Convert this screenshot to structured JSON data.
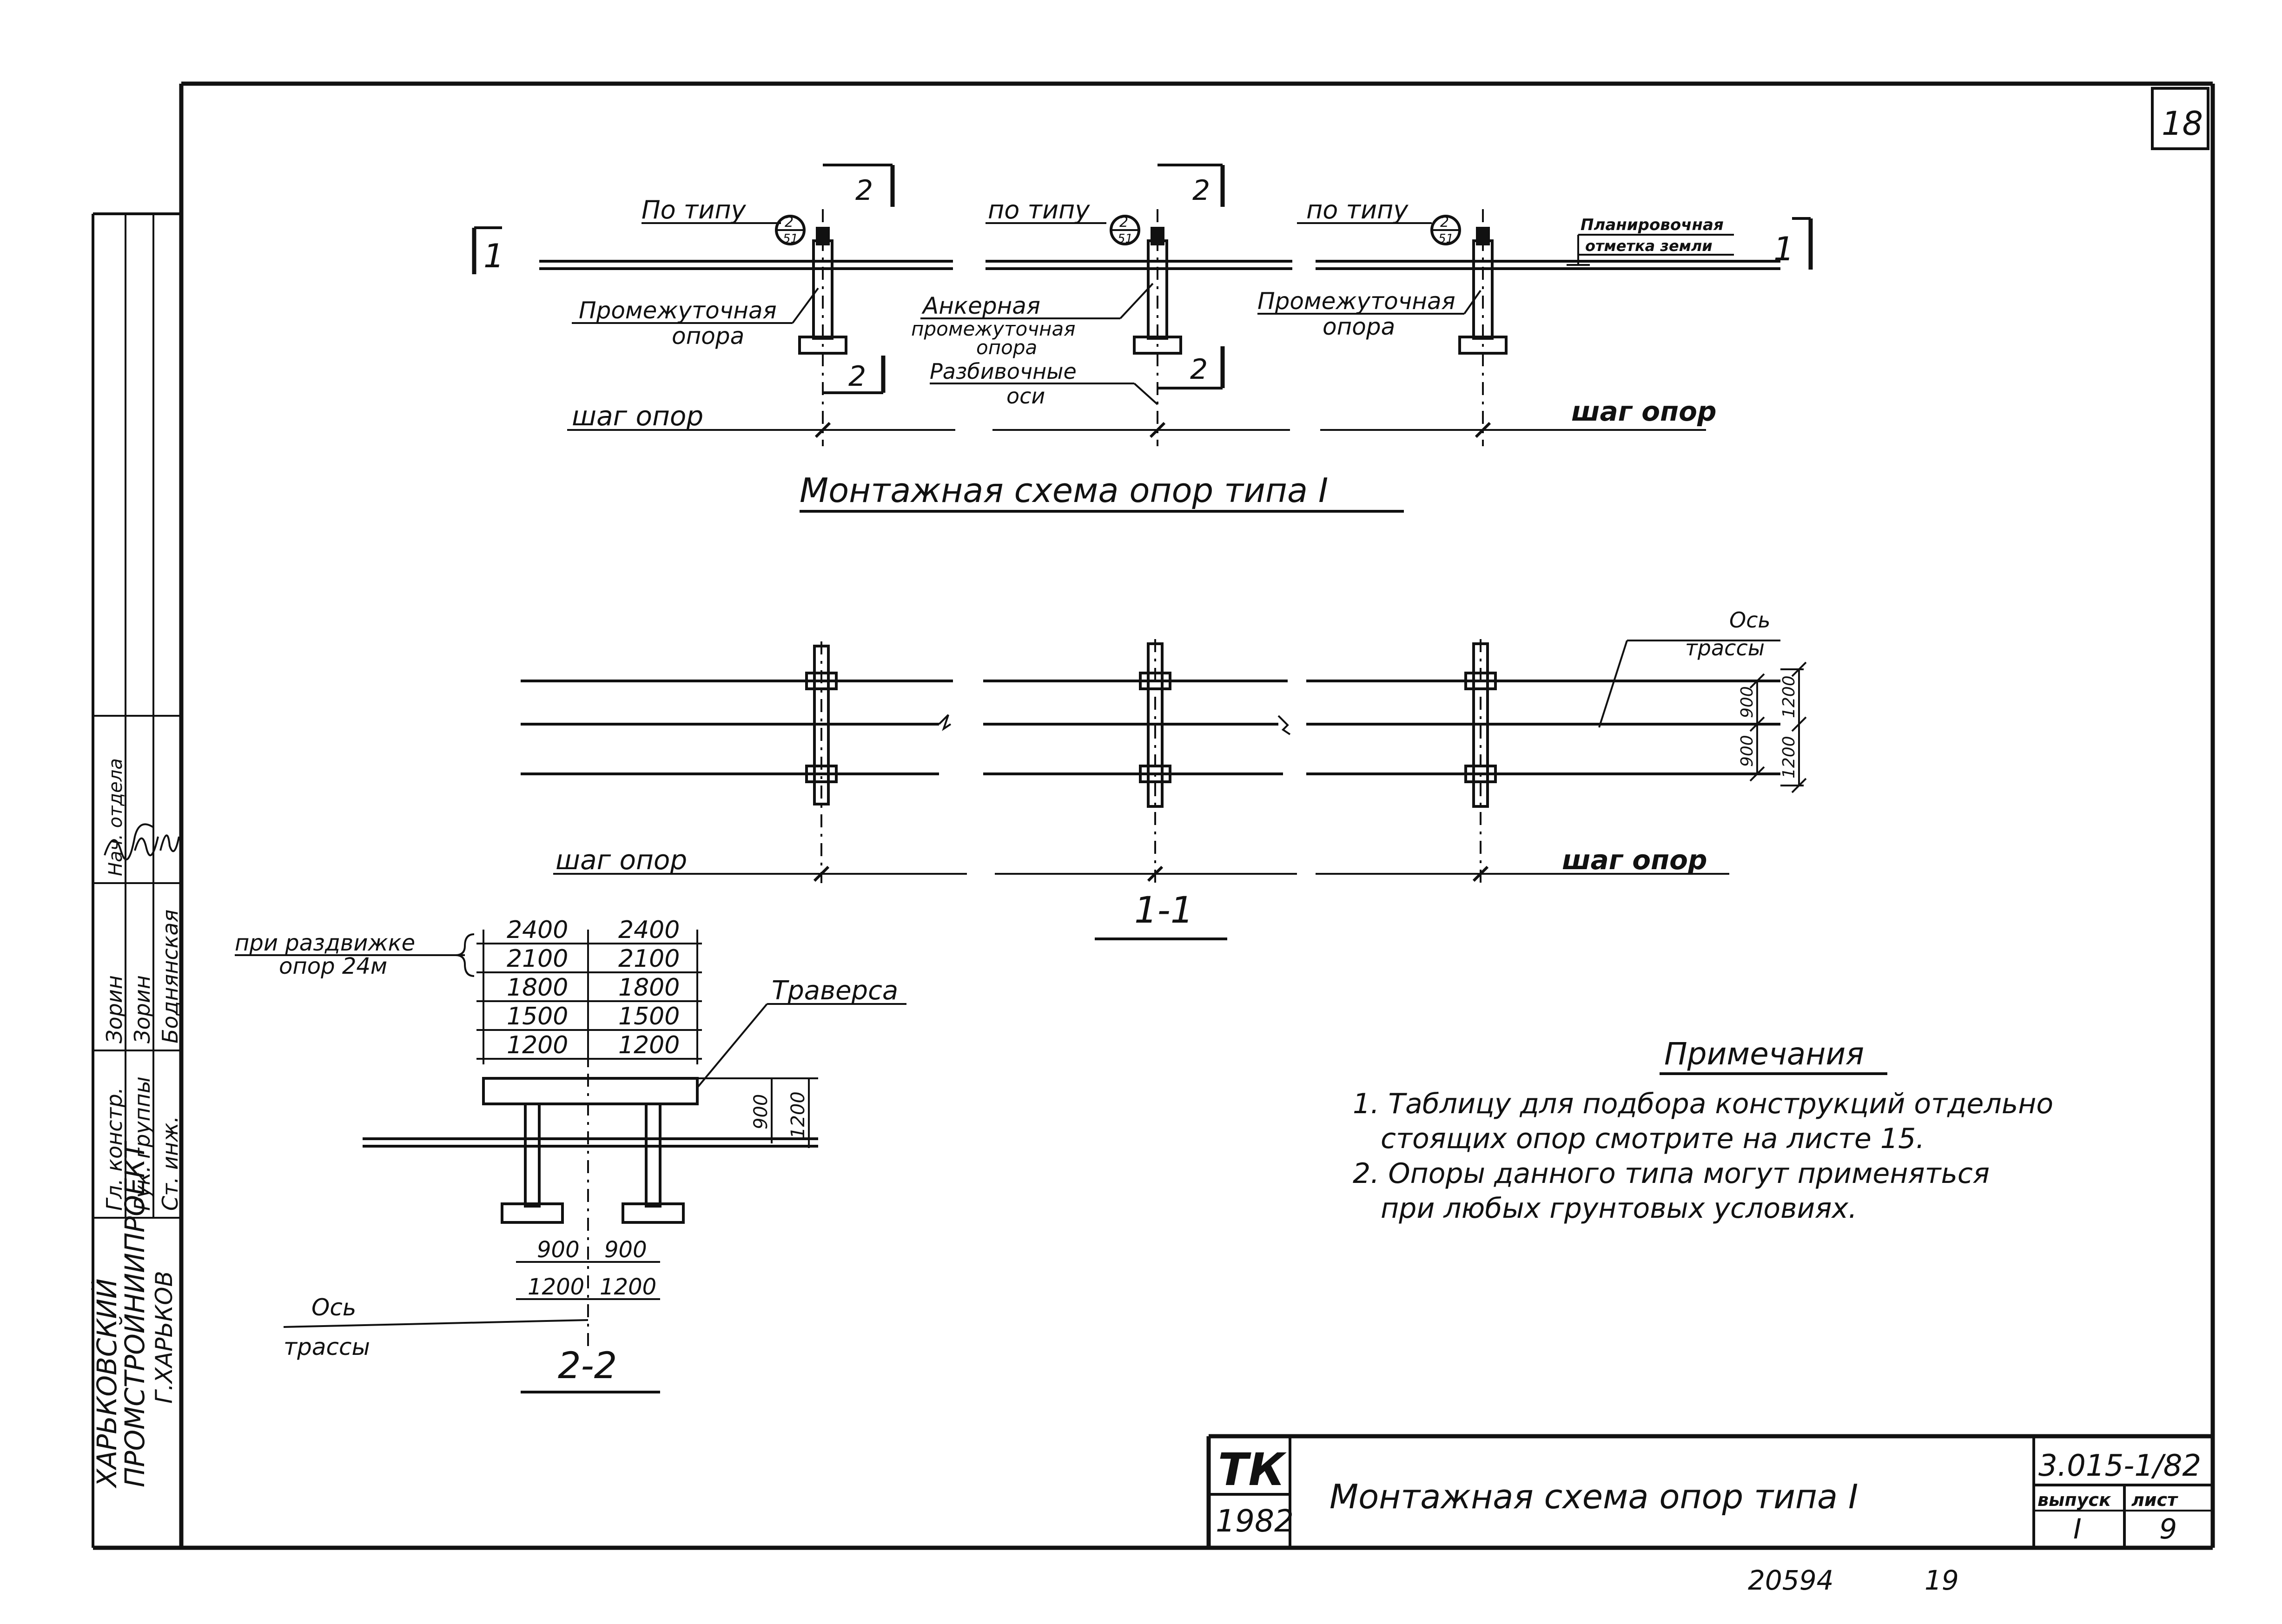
{
  "sheet_number": "18",
  "stamp": {
    "org_line1": "ХАРЬКОВСКИЙ",
    "org_line2": "ПРОМСТРОЙНИИПРОЕКТ",
    "org_line3": "Г.ХАРЬКОВ",
    "roles": [
      "Гл. констр.",
      "Рук. группы",
      "Ст. инж."
    ],
    "names": [
      "Зорин",
      "Зорин",
      "Боднянская"
    ],
    "top_role": "Нач. отдела"
  },
  "plan": {
    "support_ref_1": "По типу",
    "support_ref_2": "по типу",
    "support_ref_3": "по типу",
    "ref_top": "2",
    "ref_bottom": "51",
    "section2_mark": "2",
    "section1_mark": "1",
    "ground_level_1": "Планировочная",
    "ground_level_2": "отметка земли",
    "intermediate_1": "Промежуточная",
    "intermediate_2": "опора",
    "anchor_1": "Анкерная",
    "anchor_2": "промежуточная",
    "anchor_3": "опора",
    "axes_1": "Разбивочные",
    "axes_2": "оси",
    "intermediate_r1": "Промежуточная",
    "intermediate_r2": "опора",
    "step_left": "шаг опор",
    "step_right": "шаг опор"
  },
  "main_title": "Монтажная схема опор типа I",
  "section_11": {
    "axis_1": "Ось",
    "axis_2": "трассы",
    "dim_900a": "900",
    "dim_900b": "900",
    "dim_1200a": "1200",
    "dim_1200b": "1200",
    "step_left": "шаг опор",
    "step_right": "шаг опор",
    "label": "1-1"
  },
  "section_22": {
    "spread_note_1": "при раздвижке",
    "spread_note_2": "опор 24м",
    "widths_left": [
      "2400",
      "2100",
      "1800",
      "1500",
      "1200"
    ],
    "widths_right": [
      "2400",
      "2100",
      "1800",
      "1500",
      "1200"
    ],
    "traverse": "Траверса",
    "dim_900v": "900",
    "dim_1200v": "1200",
    "dim_900l": "900",
    "dim_900r": "900",
    "dim_1200l": "1200",
    "dim_1200r": "1200",
    "axis_1": "Ось",
    "axis_2": "трассы",
    "label": "2-2"
  },
  "notes": {
    "title": "Примечания",
    "items": [
      "1. Таблицу для подбора конструкций отдельно",
      "стоящих опор смотрите на листе 15.",
      "2. Опоры данного типа могут применяться",
      "при любых грунтовых условиях."
    ]
  },
  "title_block": {
    "logo": "ТК",
    "year": "1982",
    "title": "Монтажная схема опор типа I",
    "code": "3.015-1/82",
    "issue_label": "выпуск",
    "sheet_label": "лист",
    "issue_value": "I",
    "sheet_value": "9"
  },
  "footer": {
    "inv_number": "20594",
    "page": "19"
  }
}
